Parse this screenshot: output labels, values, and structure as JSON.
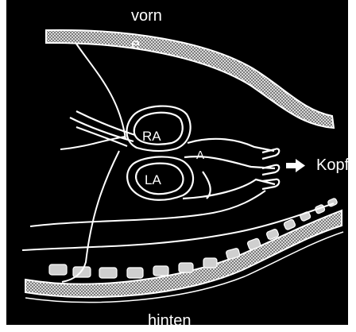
{
  "labels": {
    "top_line1": "vorn",
    "top_line2": "e",
    "bottom": "hinten",
    "right": "Kopf",
    "right_atrium": "RA",
    "left_atrium": "LA",
    "aorta": "A"
  },
  "icons": {
    "arrow": "right-arrow-icon"
  },
  "colors": {
    "frame_background": "#000000",
    "page_background": "#ffffff",
    "line": "#ffffff"
  }
}
